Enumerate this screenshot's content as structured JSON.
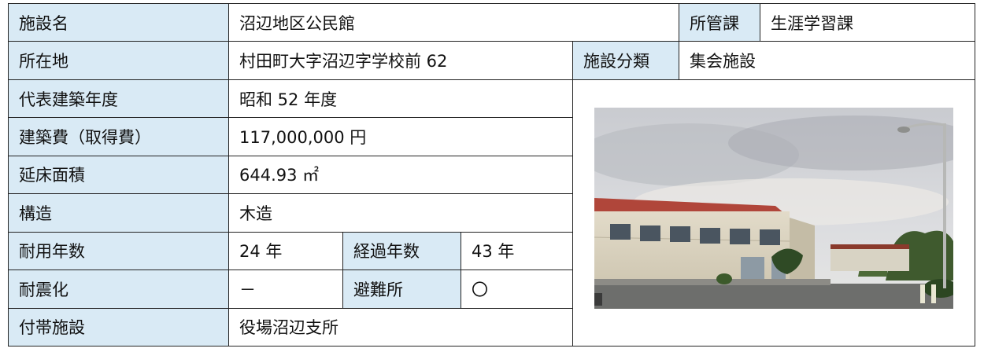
{
  "row1": {
    "label": "施設名",
    "value": "沼辺地区公民館",
    "label2": "所管課",
    "value2": "生涯学習課"
  },
  "row2": {
    "label": "所在地",
    "value": "村田町大字沼辺字学校前 62",
    "label2": "施設分類",
    "value2": "集会施設"
  },
  "row3": {
    "label": "代表建築年度",
    "value": "昭和 52 年度"
  },
  "row4": {
    "label": "建築費（取得費）",
    "value": "117,000,000 円"
  },
  "row5": {
    "label": "延床面積",
    "value": "644.93 ㎡"
  },
  "row6": {
    "label": "構造",
    "value": "木造"
  },
  "row7": {
    "label": "耐用年数",
    "value": "24 年",
    "label2": "経過年数",
    "value2": "43 年"
  },
  "row8": {
    "label": "耐震化",
    "value": "－",
    "label2": "避難所",
    "value2": "〇"
  },
  "row9": {
    "label": "付帯施設",
    "value": "役場沼辺支所"
  },
  "colors": {
    "header_bg": "#d9eaf5",
    "border": "#222222"
  }
}
